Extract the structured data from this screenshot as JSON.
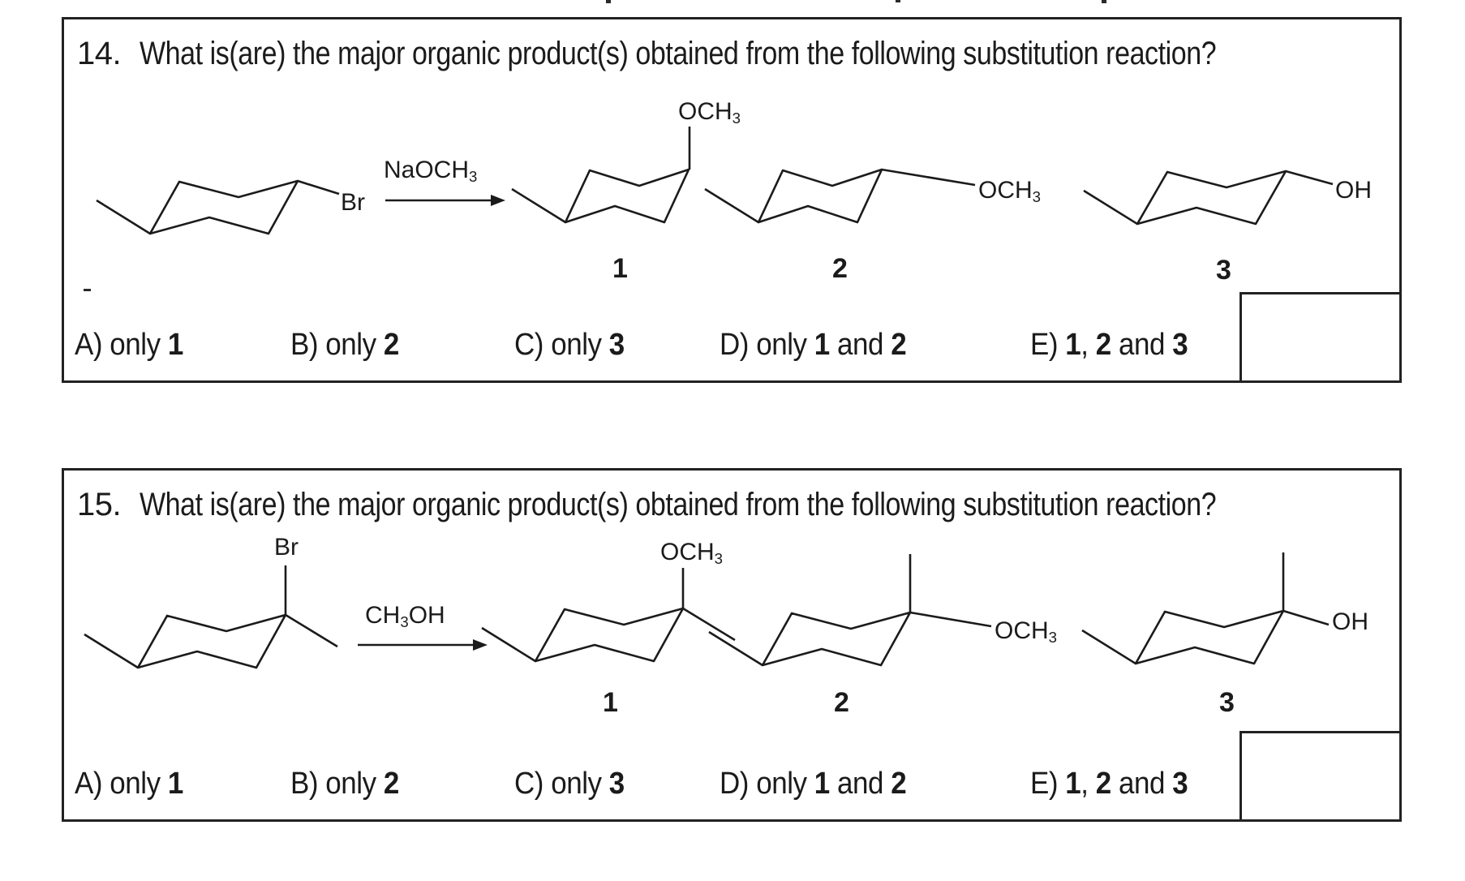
{
  "page": {
    "background": "#ffffff",
    "ink_color": "#1b1b1b"
  },
  "questions": [
    {
      "number": "14.",
      "title": "What is(are) the major organic product(s) obtained from the following substitution reaction?",
      "reagent": [
        {
          "t": "NaOCH"
        },
        {
          "t": "3",
          "sub": true
        }
      ],
      "reactant": {
        "substituent": [
          {
            "t": "Br"
          }
        ],
        "attachment": "equatorial"
      },
      "products": [
        {
          "label": "1",
          "substituent": [
            {
              "t": "OCH"
            },
            {
              "t": "3",
              "sub": true
            }
          ],
          "attachment": "axial"
        },
        {
          "label": "2",
          "substituent": [
            {
              "t": "OCH"
            },
            {
              "t": "3",
              "sub": true
            }
          ],
          "attachment": "equatorial"
        },
        {
          "label": "3",
          "substituent": [
            {
              "t": "OH"
            }
          ],
          "attachment": "equatorial"
        }
      ],
      "choices": [
        [
          {
            "t": "A) only "
          },
          {
            "t": "1",
            "b": true
          }
        ],
        [
          {
            "t": "B) only "
          },
          {
            "t": "2",
            "b": true
          }
        ],
        [
          {
            "t": "C) only "
          },
          {
            "t": "3",
            "b": true
          }
        ],
        [
          {
            "t": "D) only "
          },
          {
            "t": "1",
            "b": true
          },
          {
            "t": " and "
          },
          {
            "t": "2",
            "b": true
          }
        ],
        [
          {
            "t": "E) "
          },
          {
            "t": "1",
            "b": true
          },
          {
            "t": ", "
          },
          {
            "t": "2",
            "b": true
          },
          {
            "t": " and "
          },
          {
            "t": "3",
            "b": true
          }
        ]
      ]
    },
    {
      "number": "15.",
      "title": "What is(are) the major organic product(s) obtained from the following substitution reaction?",
      "reagent": [
        {
          "t": "CH"
        },
        {
          "t": "3",
          "sub": true
        },
        {
          "t": "OH"
        }
      ],
      "reactant": {
        "substituent": [
          {
            "t": "Br"
          }
        ],
        "attachment": "axial"
      },
      "products": [
        {
          "label": "1",
          "substituent": [
            {
              "t": "OCH"
            },
            {
              "t": "3",
              "sub": true
            }
          ],
          "attachment": "axial"
        },
        {
          "label": "2",
          "substituent": [
            {
              "t": "OCH"
            },
            {
              "t": "3",
              "sub": true
            }
          ],
          "attachment": "equatorial"
        },
        {
          "label": "3",
          "substituent": [
            {
              "t": "OH"
            }
          ],
          "attachment": "equatorial"
        }
      ],
      "choices": [
        [
          {
            "t": "A) only "
          },
          {
            "t": "1",
            "b": true
          }
        ],
        [
          {
            "t": "B) only "
          },
          {
            "t": "2",
            "b": true
          }
        ],
        [
          {
            "t": "C) only "
          },
          {
            "t": "3",
            "b": true
          }
        ],
        [
          {
            "t": "D) only "
          },
          {
            "t": "1",
            "b": true
          },
          {
            "t": " and "
          },
          {
            "t": "2",
            "b": true
          }
        ],
        [
          {
            "t": "E) "
          },
          {
            "t": "1",
            "b": true
          },
          {
            "t": ", "
          },
          {
            "t": "2",
            "b": true
          },
          {
            "t": " and "
          },
          {
            "t": "3",
            "b": true
          }
        ]
      ]
    }
  ]
}
